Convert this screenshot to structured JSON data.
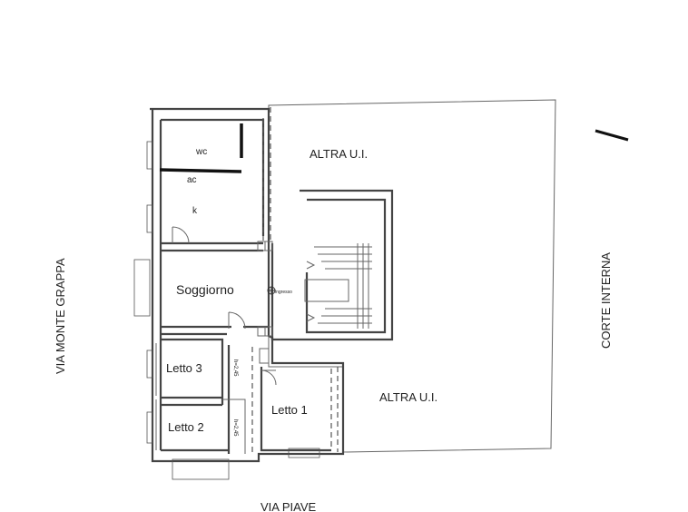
{
  "streets": {
    "west": "VIA MONTE GRAPPA",
    "south": "VIA PIAVE",
    "east": "CORTE INTERNA"
  },
  "rooms": {
    "wc": "wc",
    "ac": "ac",
    "k": "k",
    "soggiorno": "Soggiorno",
    "letto1": "Letto 1",
    "letto2": "Letto 2",
    "letto3": "Letto 3"
  },
  "other_units": {
    "north": "ALTRA U.I.",
    "south": "ALTRA U.I."
  },
  "stair_label": "ingresso",
  "heights": {
    "letto3_side": "h=2,45",
    "letto2_side": "h=2,45"
  }
}
